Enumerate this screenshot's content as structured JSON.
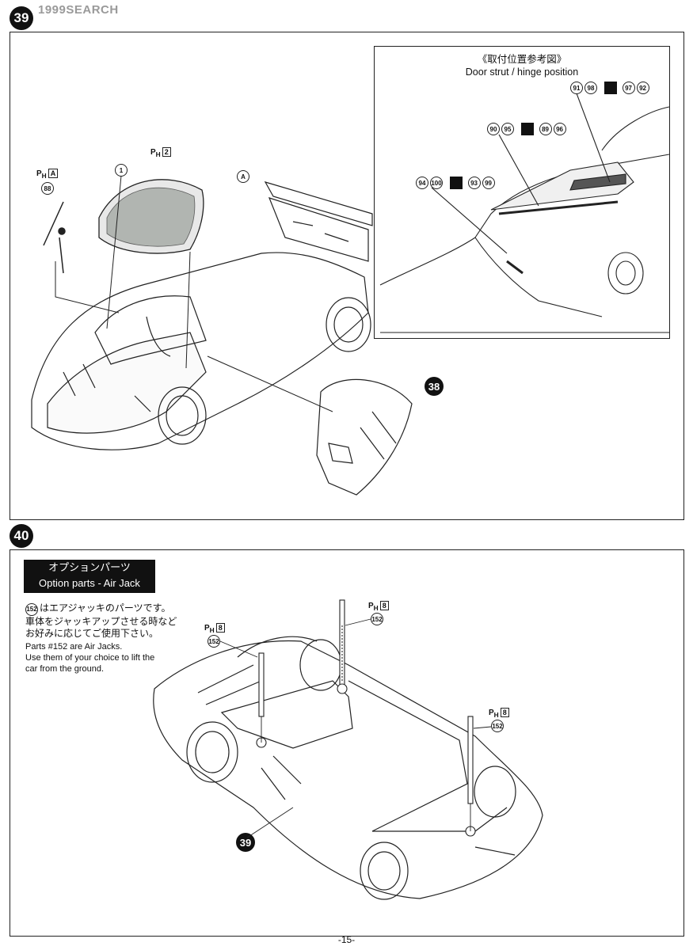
{
  "watermark": "1999SEARCH",
  "step39": {
    "number": "39",
    "inset_title_jp": "《取付位置参考図》",
    "inset_title_en": "Door strut / hinge position",
    "callouts": {
      "a": "91",
      "b": "98",
      "c": "97",
      "d": "92",
      "e": "90",
      "f": "95",
      "g": "89",
      "h": "96",
      "i": "94",
      "j": "100",
      "k": "93",
      "l": "99",
      "m": "88",
      "n": "1",
      "o": "A",
      "p": "2",
      "ph_a": "A"
    },
    "ref_step": "38"
  },
  "step40": {
    "number": "40",
    "option_title_jp": "オプションパーツ",
    "option_title_en": "Option parts - Air Jack",
    "note_jp_line1": "はエアジャッキのパーツです。",
    "note_jp_part": "152",
    "note_jp_line2": "車体をジャッキアップさせる時など",
    "note_jp_line3": "お好みに応じてご使用下さい。",
    "note_en_line1": "Parts #152 are Air Jacks.",
    "note_en_line2": "Use them of your choice to lift the",
    "note_en_line3": "car from the ground.",
    "part_label": "152",
    "ph_box": "8",
    "ref_step": "39"
  },
  "page_number": "-15-"
}
